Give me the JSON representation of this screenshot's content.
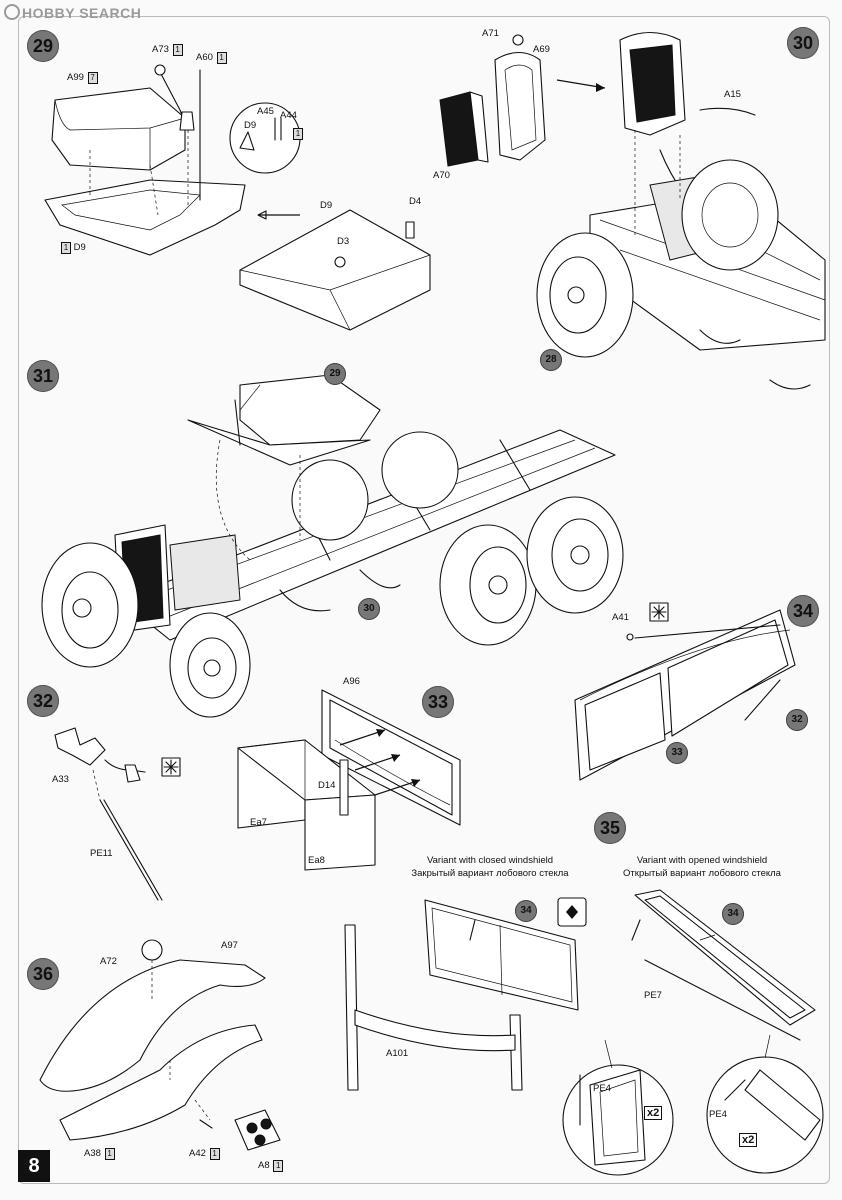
{
  "watermark": {
    "text": "HOBBY SEARCH"
  },
  "page_number": "8",
  "steps": {
    "s29": "29",
    "s30": "30",
    "s31": "31",
    "s32": "32",
    "s33": "33",
    "s34": "34",
    "s35": "35",
    "s36": "36"
  },
  "refs": {
    "r28": "28",
    "r29": "29",
    "r30": "30",
    "r32": "32",
    "r33": "33",
    "r34a": "34",
    "r34b": "34"
  },
  "parts": {
    "A73": "A73",
    "A73q": "1",
    "A60": "A60",
    "A60q": "1",
    "A99": "A99",
    "A99q": "7",
    "D9a": "D9",
    "D9aq": "1",
    "A45": "A45",
    "A44": "A44",
    "A44q": "1",
    "D9b": "D9",
    "D9c": "D9",
    "D4": "D4",
    "D3": "D3",
    "A71": "A71",
    "A69": "A69",
    "A70": "A70",
    "A15": "A15",
    "A33": "A33",
    "PE11": "PE11",
    "A96": "A96",
    "D14": "D14",
    "Ea7": "Ea7",
    "Ea8": "Ea8",
    "A41": "A41",
    "A101": "A101",
    "PE7": "PE7",
    "PE4a": "PE4",
    "PE4b": "PE4",
    "A72": "A72",
    "A97": "A97",
    "A38": "A38",
    "A38q": "1",
    "A42": "A42",
    "A42q": "1",
    "A8": "A8",
    "A8q": "1"
  },
  "notes": {
    "closed_en": "Variant with closed windshield",
    "closed_ru": "Закрытый вариант лобового стекла",
    "opened_en": "Variant with opened windshield",
    "opened_ru": "Открытый вариант лобового стекла"
  },
  "multipliers": {
    "x2a": "x2",
    "x2b": "x2"
  },
  "icons": {
    "glue": "asterisk-glue-icon",
    "choice": "variant-choice-icon"
  }
}
